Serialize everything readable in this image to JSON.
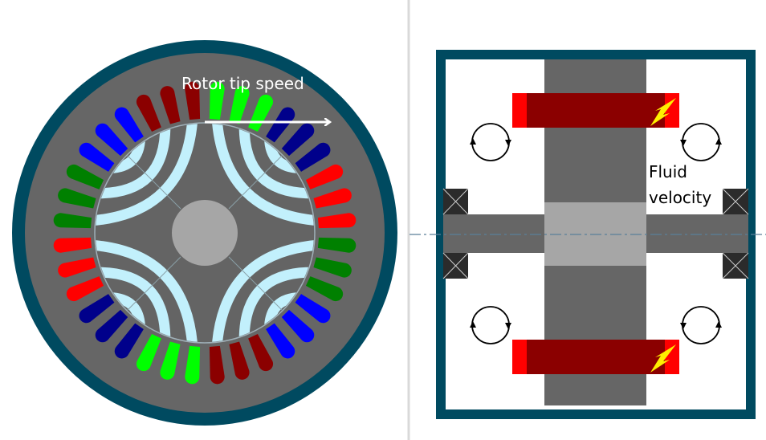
{
  "motor": {
    "label": "Rotor tip speed",
    "slot_groups": [
      "#00ff00",
      "#00008b",
      "#ff0000",
      "#008000",
      "#0000ff",
      "#8b0000",
      "#00ff00",
      "#00008b",
      "#ff0000",
      "#008000",
      "#0000ff",
      "#8b0000"
    ],
    "slots_per_group": 3,
    "colors": {
      "frame": "#004a60",
      "stator": "#666666",
      "rotor": "#646464",
      "barrier": "#c2f0fc",
      "shaft": "#a6a6a6"
    }
  },
  "section": {
    "label_line1": "Fluid",
    "label_line2": "velocity",
    "colors": {
      "frame": "#004a60",
      "shaft": "#666666",
      "core": "#a6a6a6",
      "magnet": "#ff0000",
      "magnet_core": "#8b0000",
      "bearing": "#2b2b2b",
      "spark": "#ffee00"
    }
  }
}
